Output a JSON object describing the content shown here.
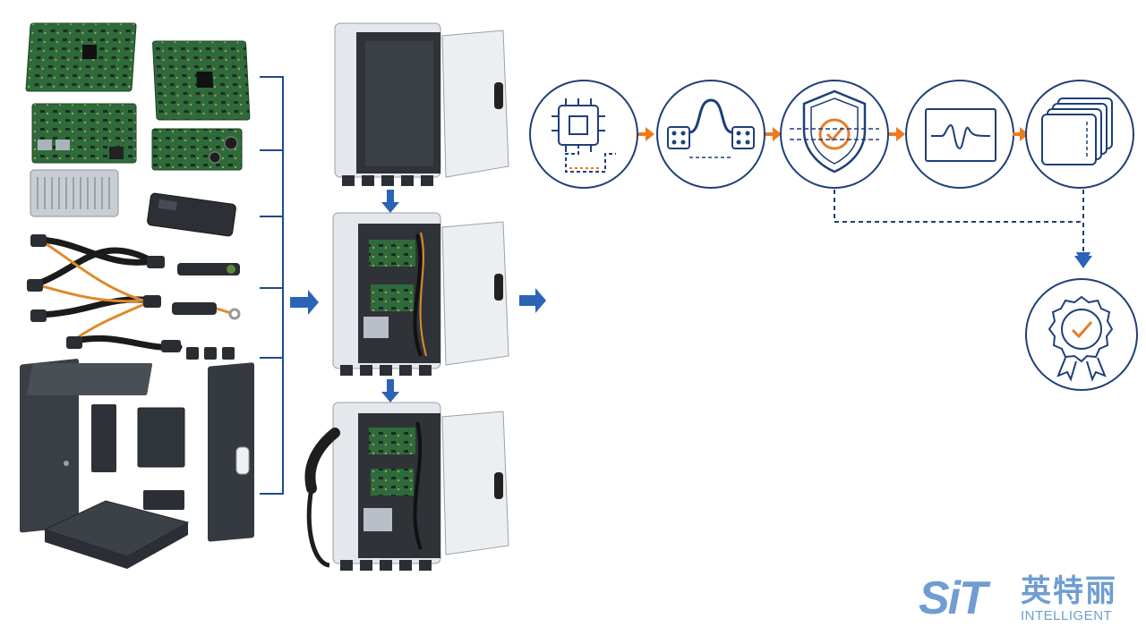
{
  "logo": {
    "mark": "SiT",
    "cn_name": "英特丽",
    "en_name": "INTELLIGENT"
  },
  "colors": {
    "process_blue": "#1f3f7a",
    "flow_arrow_blue": "#2b63b6",
    "flow_arrow_orange": "#ee7a1c",
    "accent_orange": "#e57d27",
    "pcb_green": "#2f6b3a",
    "enclosure_dark": "#3a3f46",
    "cabinet_light": "#eceff2",
    "logo_blue": "#6f9dd1"
  },
  "components": [
    {
      "icon": "pcb-board-icon"
    },
    {
      "icon": "pcb-board-icon"
    },
    {
      "icon": "pcb-board-icon"
    },
    {
      "icon": "pcb-board-icon"
    },
    {
      "icon": "aluminum-enclosure-icon"
    },
    {
      "icon": "relay-module-icon"
    },
    {
      "icon": "wire-harness-icon"
    },
    {
      "icon": "connector-icon"
    },
    {
      "icon": "enclosure-panel-icon"
    }
  ],
  "assembly_stages": [
    {
      "icon": "empty-cabinet-icon"
    },
    {
      "icon": "populated-cabinet-icon"
    },
    {
      "icon": "charger-with-cable-icon"
    }
  ],
  "process_steps": [
    {
      "icon": "chip-icon"
    },
    {
      "icon": "cable-connection-icon"
    },
    {
      "icon": "shield-check-icon"
    },
    {
      "icon": "waveform-test-icon"
    },
    {
      "icon": "stacked-cards-icon"
    },
    {
      "icon": "certified-badge-icon"
    }
  ]
}
